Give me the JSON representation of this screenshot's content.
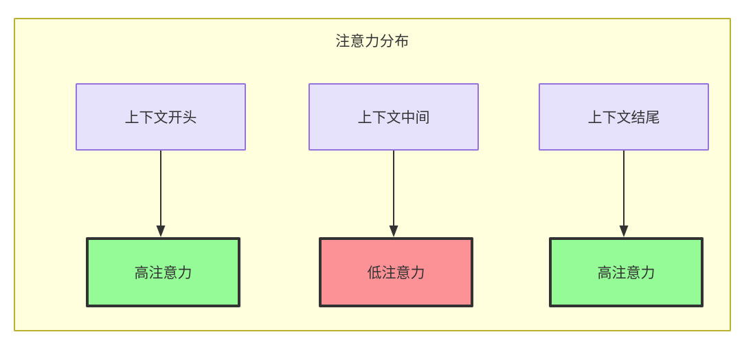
{
  "diagram": {
    "title": "注意力分布",
    "container_fill": "#ffffdd",
    "container_border": "#bbb130",
    "nodes_top": [
      {
        "id": "context-start",
        "label": "上下文开头",
        "fill": "#e6e2fc",
        "stroke": "#9672e0"
      },
      {
        "id": "context-middle",
        "label": "上下文中间",
        "fill": "#e6e2fc",
        "stroke": "#9672e0"
      },
      {
        "id": "context-end",
        "label": "上下文结尾",
        "fill": "#e6e2fc",
        "stroke": "#9672e0"
      }
    ],
    "nodes_bottom": [
      {
        "id": "high-attention-start",
        "label": "高注意力",
        "fill": "#95fb96",
        "stroke": "#333333"
      },
      {
        "id": "low-attention-middle",
        "label": "低注意力",
        "fill": "#fc9196",
        "stroke": "#333333"
      },
      {
        "id": "high-attention-end",
        "label": "高注意力",
        "fill": "#95fb96",
        "stroke": "#333333"
      }
    ],
    "edges": [
      {
        "from": "context-start",
        "to": "high-attention-start",
        "label": "",
        "arrow": "arrow-down-icon"
      },
      {
        "from": "context-middle",
        "to": "low-attention-middle",
        "label": "",
        "arrow": "arrow-down-icon"
      },
      {
        "from": "context-end",
        "to": "high-attention-end",
        "label": "",
        "arrow": "arrow-down-icon"
      }
    ]
  }
}
